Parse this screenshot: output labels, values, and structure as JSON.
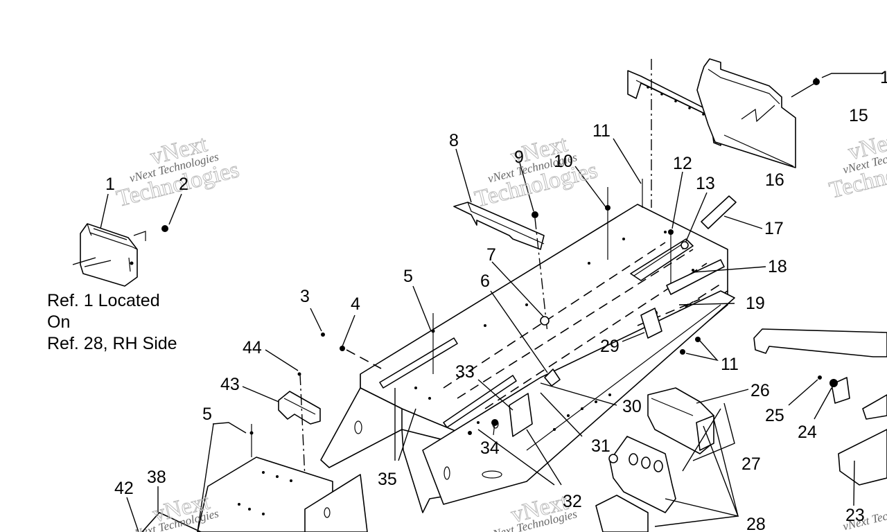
{
  "diagram": {
    "callouts": [
      {
        "id": "c1",
        "text": "1"
      },
      {
        "id": "c2",
        "text": "2"
      },
      {
        "id": "c3",
        "text": "3"
      },
      {
        "id": "c4",
        "text": "4"
      },
      {
        "id": "c5a",
        "text": "5"
      },
      {
        "id": "c5b",
        "text": "5"
      },
      {
        "id": "c6",
        "text": "6"
      },
      {
        "id": "c7",
        "text": "7"
      },
      {
        "id": "c8",
        "text": "8"
      },
      {
        "id": "c9",
        "text": "9"
      },
      {
        "id": "c10",
        "text": "10"
      },
      {
        "id": "c11a",
        "text": "11"
      },
      {
        "id": "c11b",
        "text": "11"
      },
      {
        "id": "c12",
        "text": "12"
      },
      {
        "id": "c13",
        "text": "13"
      },
      {
        "id": "c14",
        "text": "1"
      },
      {
        "id": "c15",
        "text": "15"
      },
      {
        "id": "c16",
        "text": "16"
      },
      {
        "id": "c17",
        "text": "17"
      },
      {
        "id": "c18",
        "text": "18"
      },
      {
        "id": "c19",
        "text": "19"
      },
      {
        "id": "c23",
        "text": "23"
      },
      {
        "id": "c24",
        "text": "24"
      },
      {
        "id": "c25",
        "text": "25"
      },
      {
        "id": "c26",
        "text": "26"
      },
      {
        "id": "c27",
        "text": "27"
      },
      {
        "id": "c28",
        "text": "28"
      },
      {
        "id": "c29",
        "text": "29"
      },
      {
        "id": "c30",
        "text": "30"
      },
      {
        "id": "c31",
        "text": "31"
      },
      {
        "id": "c32",
        "text": "32"
      },
      {
        "id": "c33",
        "text": "33"
      },
      {
        "id": "c34",
        "text": "34"
      },
      {
        "id": "c35",
        "text": "35"
      },
      {
        "id": "c38",
        "text": "38"
      },
      {
        "id": "c42",
        "text": "42"
      },
      {
        "id": "c43",
        "text": "43"
      },
      {
        "id": "c44",
        "text": "44"
      }
    ],
    "note_lines": [
      "Ref. 1 Located",
      "On",
      "Ref. 28, RH Side"
    ],
    "watermark": {
      "line1": "vNext Technologies",
      "line2": "vNext",
      "line3": "Technologies"
    }
  }
}
